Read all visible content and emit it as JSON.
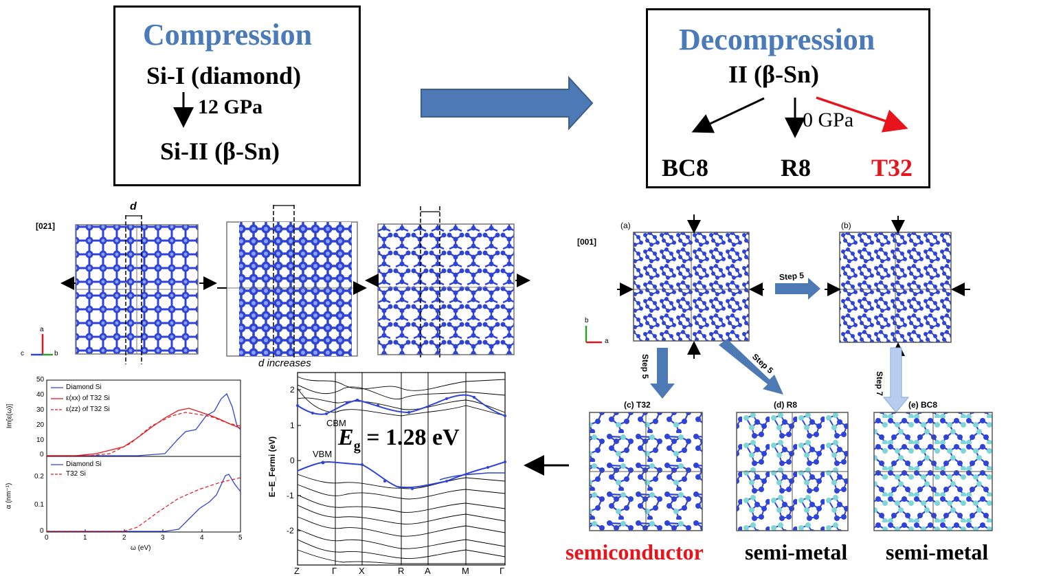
{
  "compression": {
    "title": "Compression",
    "from": "Si-I (diamond)",
    "pressure": "12 GPa",
    "to": "Si-II (β-Sn)"
  },
  "decompression": {
    "title": "Decompression",
    "from": "II (β-Sn)",
    "pressure": "0 GPa",
    "products": [
      "BC8",
      "R8",
      "T32"
    ]
  },
  "structure_panels": {
    "direction_label": "[021]",
    "d_label": "d",
    "increase_label": "d increases",
    "axes": [
      "a",
      "c",
      "b"
    ]
  },
  "transition_panels": {
    "direction_label": "[001]",
    "panel_a": "(a)",
    "panel_b": "(b)",
    "step_5": "Step 5",
    "step_7": "Step 7",
    "axes": [
      "b",
      "a"
    ],
    "results": [
      "(c) T32",
      "(d) R8",
      "(e) BC8"
    ]
  },
  "optical": {
    "top_legend": [
      "Diamond Si",
      "ε(xx) of T32 Si",
      "ε(zz) of T32 Si"
    ],
    "top_ylabel": "Im[ε(ω)]",
    "top_yticks": [
      "50",
      "40",
      "30",
      "20",
      "10",
      "0"
    ],
    "bottom_legend": [
      "Diamond Si",
      "T32 Si"
    ],
    "bottom_ylabel": "α (nm⁻¹)",
    "bottom_yticks": [
      "0.2",
      "0.1",
      "0"
    ],
    "xticks": [
      "0",
      "1",
      "2",
      "3",
      "4",
      "5"
    ],
    "xlabel": "ω (eV)"
  },
  "band": {
    "ylabel": "E−E_Fermi (eV)",
    "yticks": [
      "2",
      "1",
      "0",
      "-1",
      "-2"
    ],
    "kpoints": [
      "Z",
      "Γ",
      "X",
      "R",
      "A",
      "M",
      "Γ"
    ],
    "cbm": "CBM",
    "vbm": "VBM",
    "eg_symbol": "E",
    "eg_sub": "g",
    "eg_value": "= 1.28 eV"
  },
  "bottom_labels": [
    "semiconductor",
    "semi-metal",
    "semi-metal"
  ],
  "colors": {
    "heading": "#4a7ab8",
    "red": "#e8141c",
    "arrow_blue": "#4d7ab5",
    "atom_dark": "#2f44d6",
    "atom_light": "#7fd6d8"
  }
}
